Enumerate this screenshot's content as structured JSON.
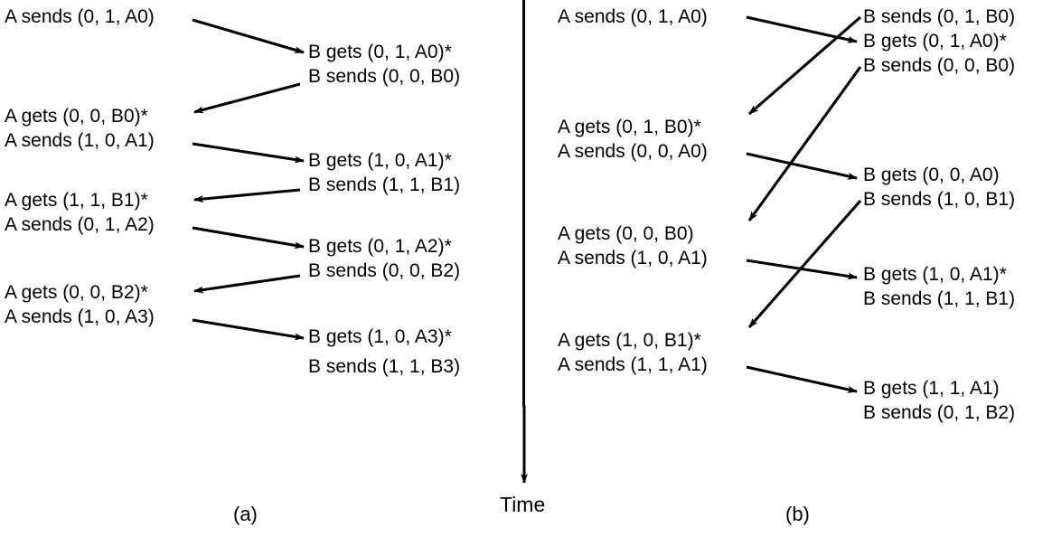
{
  "figure": {
    "time_axis_label": "Time",
    "panel_a_label": "(a)",
    "panel_b_label": "(b)"
  },
  "panel_a": {
    "left_events": [
      {
        "text": "A sends (0, 1, A0)"
      },
      {
        "text": "A gets (0, 0, B0)*"
      },
      {
        "text": "A sends (1, 0, A1)"
      },
      {
        "text": "A gets (1, 1, B1)*"
      },
      {
        "text": "A sends (0, 1, A2)"
      },
      {
        "text": "A gets (0, 0, B2)*"
      },
      {
        "text": "A sends (1, 0, A3)"
      }
    ],
    "right_events": [
      {
        "text": "B gets (0, 1, A0)*"
      },
      {
        "text": "B sends (0, 0, B0)"
      },
      {
        "text": "B gets (1, 0, A1)*"
      },
      {
        "text": "B sends (1, 1, B1)"
      },
      {
        "text": "B gets (0, 1, A2)*"
      },
      {
        "text": "B sends (0, 0, B2)"
      },
      {
        "text": "B gets (1, 0, A3)*"
      },
      {
        "text": "B sends (1, 1, B3)"
      }
    ]
  },
  "panel_b": {
    "left_events": [
      {
        "text": "A sends (0, 1, A0)"
      },
      {
        "text": "A gets (0, 1, B0)*"
      },
      {
        "text": "A sends (0, 0, A0)"
      },
      {
        "text": "A gets (0, 0, B0)"
      },
      {
        "text": "A sends (1, 0, A1)"
      },
      {
        "text": "A gets (1, 0, B1)*"
      },
      {
        "text": "A sends (1, 1, A1)"
      }
    ],
    "right_events": [
      {
        "text": "B sends (0, 1, B0)"
      },
      {
        "text": "B gets (0, 1, A0)*"
      },
      {
        "text": "B sends (0, 0, B0)"
      },
      {
        "text": "B gets (0, 0, A0)"
      },
      {
        "text": "B sends (1, 0, B1)"
      },
      {
        "text": "B gets (1, 0, A1)*"
      },
      {
        "text": "B sends (1, 1, B1)"
      },
      {
        "text": "B gets (1, 1, A1)"
      },
      {
        "text": "B sends (0, 1, B2)"
      }
    ]
  },
  "colors": {
    "ink": "#000000",
    "background": "#ffffff"
  }
}
